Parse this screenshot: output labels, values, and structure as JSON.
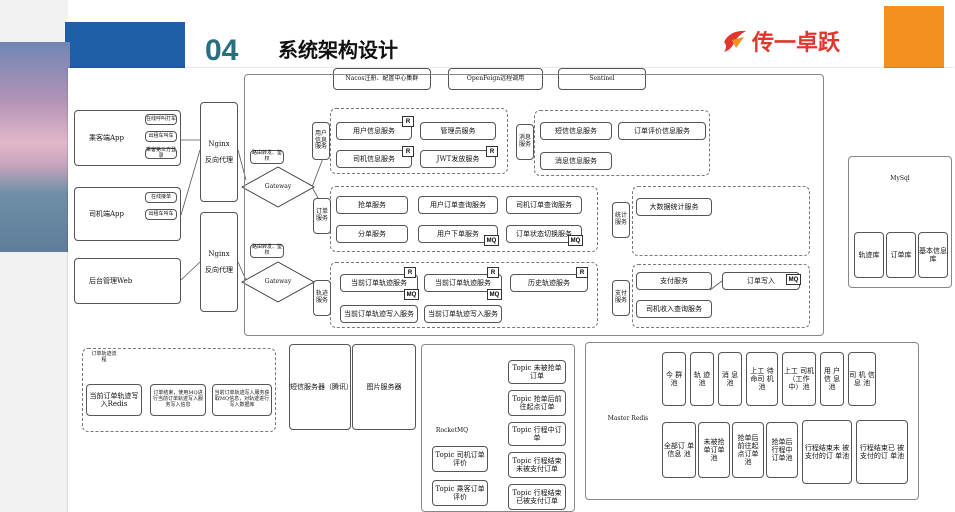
{
  "slide": {
    "number": "04",
    "title": "系统架构设计",
    "logo_text": "传一卓跃",
    "colors": {
      "accent_blue": "#1f5fa8",
      "title_teal": "#2a6f80",
      "logo_red": "#e2352b",
      "orange": "#f39020"
    }
  },
  "infra": {
    "nacos": "Nacos注册、配置中心集群",
    "openfeign": "OpenFeign远程调用",
    "sentinel": "Sentinel"
  },
  "clients": {
    "passenger_app": "乘客端App",
    "passenger_features": [
      "在线呼叫打车",
      "出租车叫车",
      "乘客第三方登录"
    ],
    "driver_app": "司机端App",
    "driver_features": [
      "在线接单",
      "出租车叫车"
    ],
    "admin_web": "后台管理Web"
  },
  "nginx": [
    {
      "name": "Nginx",
      "role": "反向代理"
    },
    {
      "name": "Nginx",
      "role": "反向代理"
    }
  ],
  "gateway": {
    "name": "Gateway",
    "note": "路由转发、鉴权"
  },
  "user_group": {
    "label": "用户信息服务",
    "services": [
      "用户信息服务",
      "管理员服务",
      "司机信息服务",
      "JWT发放服务"
    ]
  },
  "message_group": {
    "label": "消息服务",
    "services": [
      "短信信息服务",
      "订单评价信息服务",
      "消息信息服务"
    ]
  },
  "order_group": {
    "label": "订单服务",
    "services": [
      "抢单服务",
      "用户订单查询服务",
      "司机订单查询服务",
      "分单服务",
      "用户下单服务",
      "订单状态切换服务"
    ]
  },
  "track_group": {
    "label": "轨迹服务",
    "services": [
      "当前订单轨迹服务",
      "当前订单轨迹服务",
      "历史轨迹服务",
      "当前订单轨迹写入服务",
      "当前订单轨迹写入服务"
    ]
  },
  "stats_group": {
    "label": "统计服务",
    "services": [
      "大数据统计服务"
    ]
  },
  "pay_group": {
    "label": "支付服务",
    "services": [
      "支付服务",
      "订单写入",
      "司机收入查询服务"
    ]
  },
  "badges": {
    "r": "R",
    "mq": "MQ"
  },
  "mysql": {
    "title": "MySql",
    "tables": [
      "轨迹库",
      "订单库",
      "基本信息库"
    ]
  },
  "flow": {
    "title": "订单轨迹流程",
    "steps": [
      "当前订单轨迹写入Redis",
      "订单结束，使用MQ进行当前订单轨迹写入服务写入信息",
      "当前订单轨迹写入服务获取MQ信息，对轨迹进行写入数据库"
    ]
  },
  "sms": "短信服务器（腾讯）",
  "image_server": "图片服务器",
  "rocketmq": {
    "name": "RocketMQ",
    "left_topics": [
      "Topic 司机订单评价",
      "Topic 乘客订单评价"
    ],
    "right_topics": [
      "Topic 未被抢单订单",
      "Topic 抢单后前往起点订单",
      "Topic 行程中订单",
      "Topic 行程结束未被支付订单",
      "Topic 行程结束已被支付订单"
    ]
  },
  "redis": {
    "name": "Master Redis",
    "top": [
      "今 群 池",
      "轨 迹 池",
      "消 息 池",
      "上工 待命司 机池",
      "上工 司机 （工作 中）池",
      "用 户 信 息 池",
      "司 机 信 息 池"
    ],
    "bottom": [
      "全部订 单信息 池",
      "未被抢 单订单 池",
      "抢单后 前往起 点订单 池",
      "抢单后 行程中 订单池",
      "行程结束未 被支付的订 单池",
      "行程结束已 被支付的订 单池"
    ]
  }
}
